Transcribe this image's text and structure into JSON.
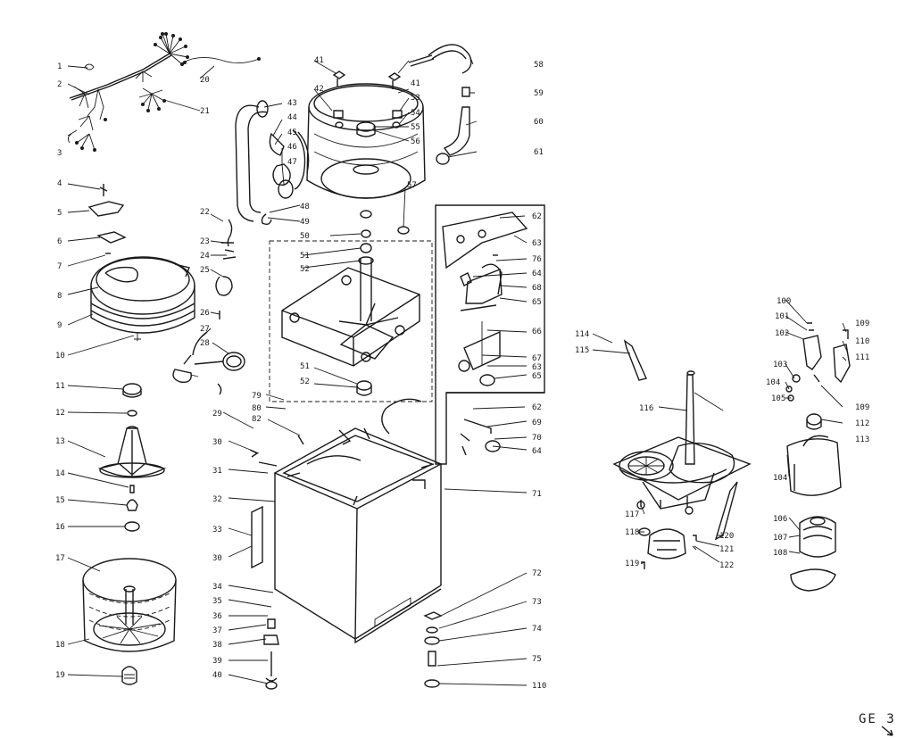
{
  "page_label": "GE 3",
  "parts": {
    "p1": "1",
    "p2": "2",
    "p3": "3",
    "p4": "4",
    "p5": "5",
    "p6": "6",
    "p7": "7",
    "p8": "8",
    "p9": "9",
    "p10": "10",
    "p11": "11",
    "p12": "12",
    "p13": "13",
    "p14": "14",
    "p15": "15",
    "p16": "16",
    "p17": "17",
    "p18": "18",
    "p19": "19",
    "p20": "20",
    "p21": "21",
    "p22": "22",
    "p23": "23",
    "p24": "24",
    "p25": "25",
    "p26": "26",
    "p27": "27",
    "p28": "28",
    "p29": "29",
    "p30a": "30",
    "p30b": "30",
    "p31": "31",
    "p32": "32",
    "p33": "33",
    "p34": "34",
    "p35": "35",
    "p36": "36",
    "p37": "37",
    "p38": "38",
    "p39": "39",
    "p40": "40",
    "p41a": "41",
    "p41b": "41",
    "p42": "42",
    "p43": "43",
    "p44": "44",
    "p45": "45",
    "p46": "46",
    "p47": "47",
    "p48": "48",
    "p49": "49",
    "p50": "50",
    "p51a": "51",
    "p51b": "51",
    "p52a": "52",
    "p52b": "52",
    "p53": "53",
    "p54": "54",
    "p55": "55",
    "p56": "56",
    "p57": "57",
    "p58": "58",
    "p59": "59",
    "p60": "60",
    "p61": "61",
    "p62a": "62",
    "p62b": "62",
    "p63a": "63",
    "p63b": "63",
    "p64a": "64",
    "p64b": "64",
    "p65a": "65",
    "p65b": "65",
    "p66": "66",
    "p67": "67",
    "p68": "68",
    "p69": "69",
    "p70": "70",
    "p71": "71",
    "p72": "72",
    "p73": "73",
    "p74": "74",
    "p75": "75",
    "p76": "76",
    "p79": "79",
    "p80": "80",
    "p82": "82",
    "p110b": "110",
    "p100": "100",
    "p101": "101",
    "p102": "102",
    "p103": "103",
    "p104a": "104",
    "p104b": "104",
    "p105": "105",
    "p106": "106",
    "p107": "107",
    "p108": "108",
    "p109a": "109",
    "p109b": "109",
    "p110": "110",
    "p111": "111",
    "p112": "112",
    "p113": "113",
    "p114": "114",
    "p115": "115",
    "p116": "116",
    "p117": "117",
    "p118": "118",
    "p119": "119",
    "p120": "120",
    "p121": "121",
    "p122": "122"
  }
}
